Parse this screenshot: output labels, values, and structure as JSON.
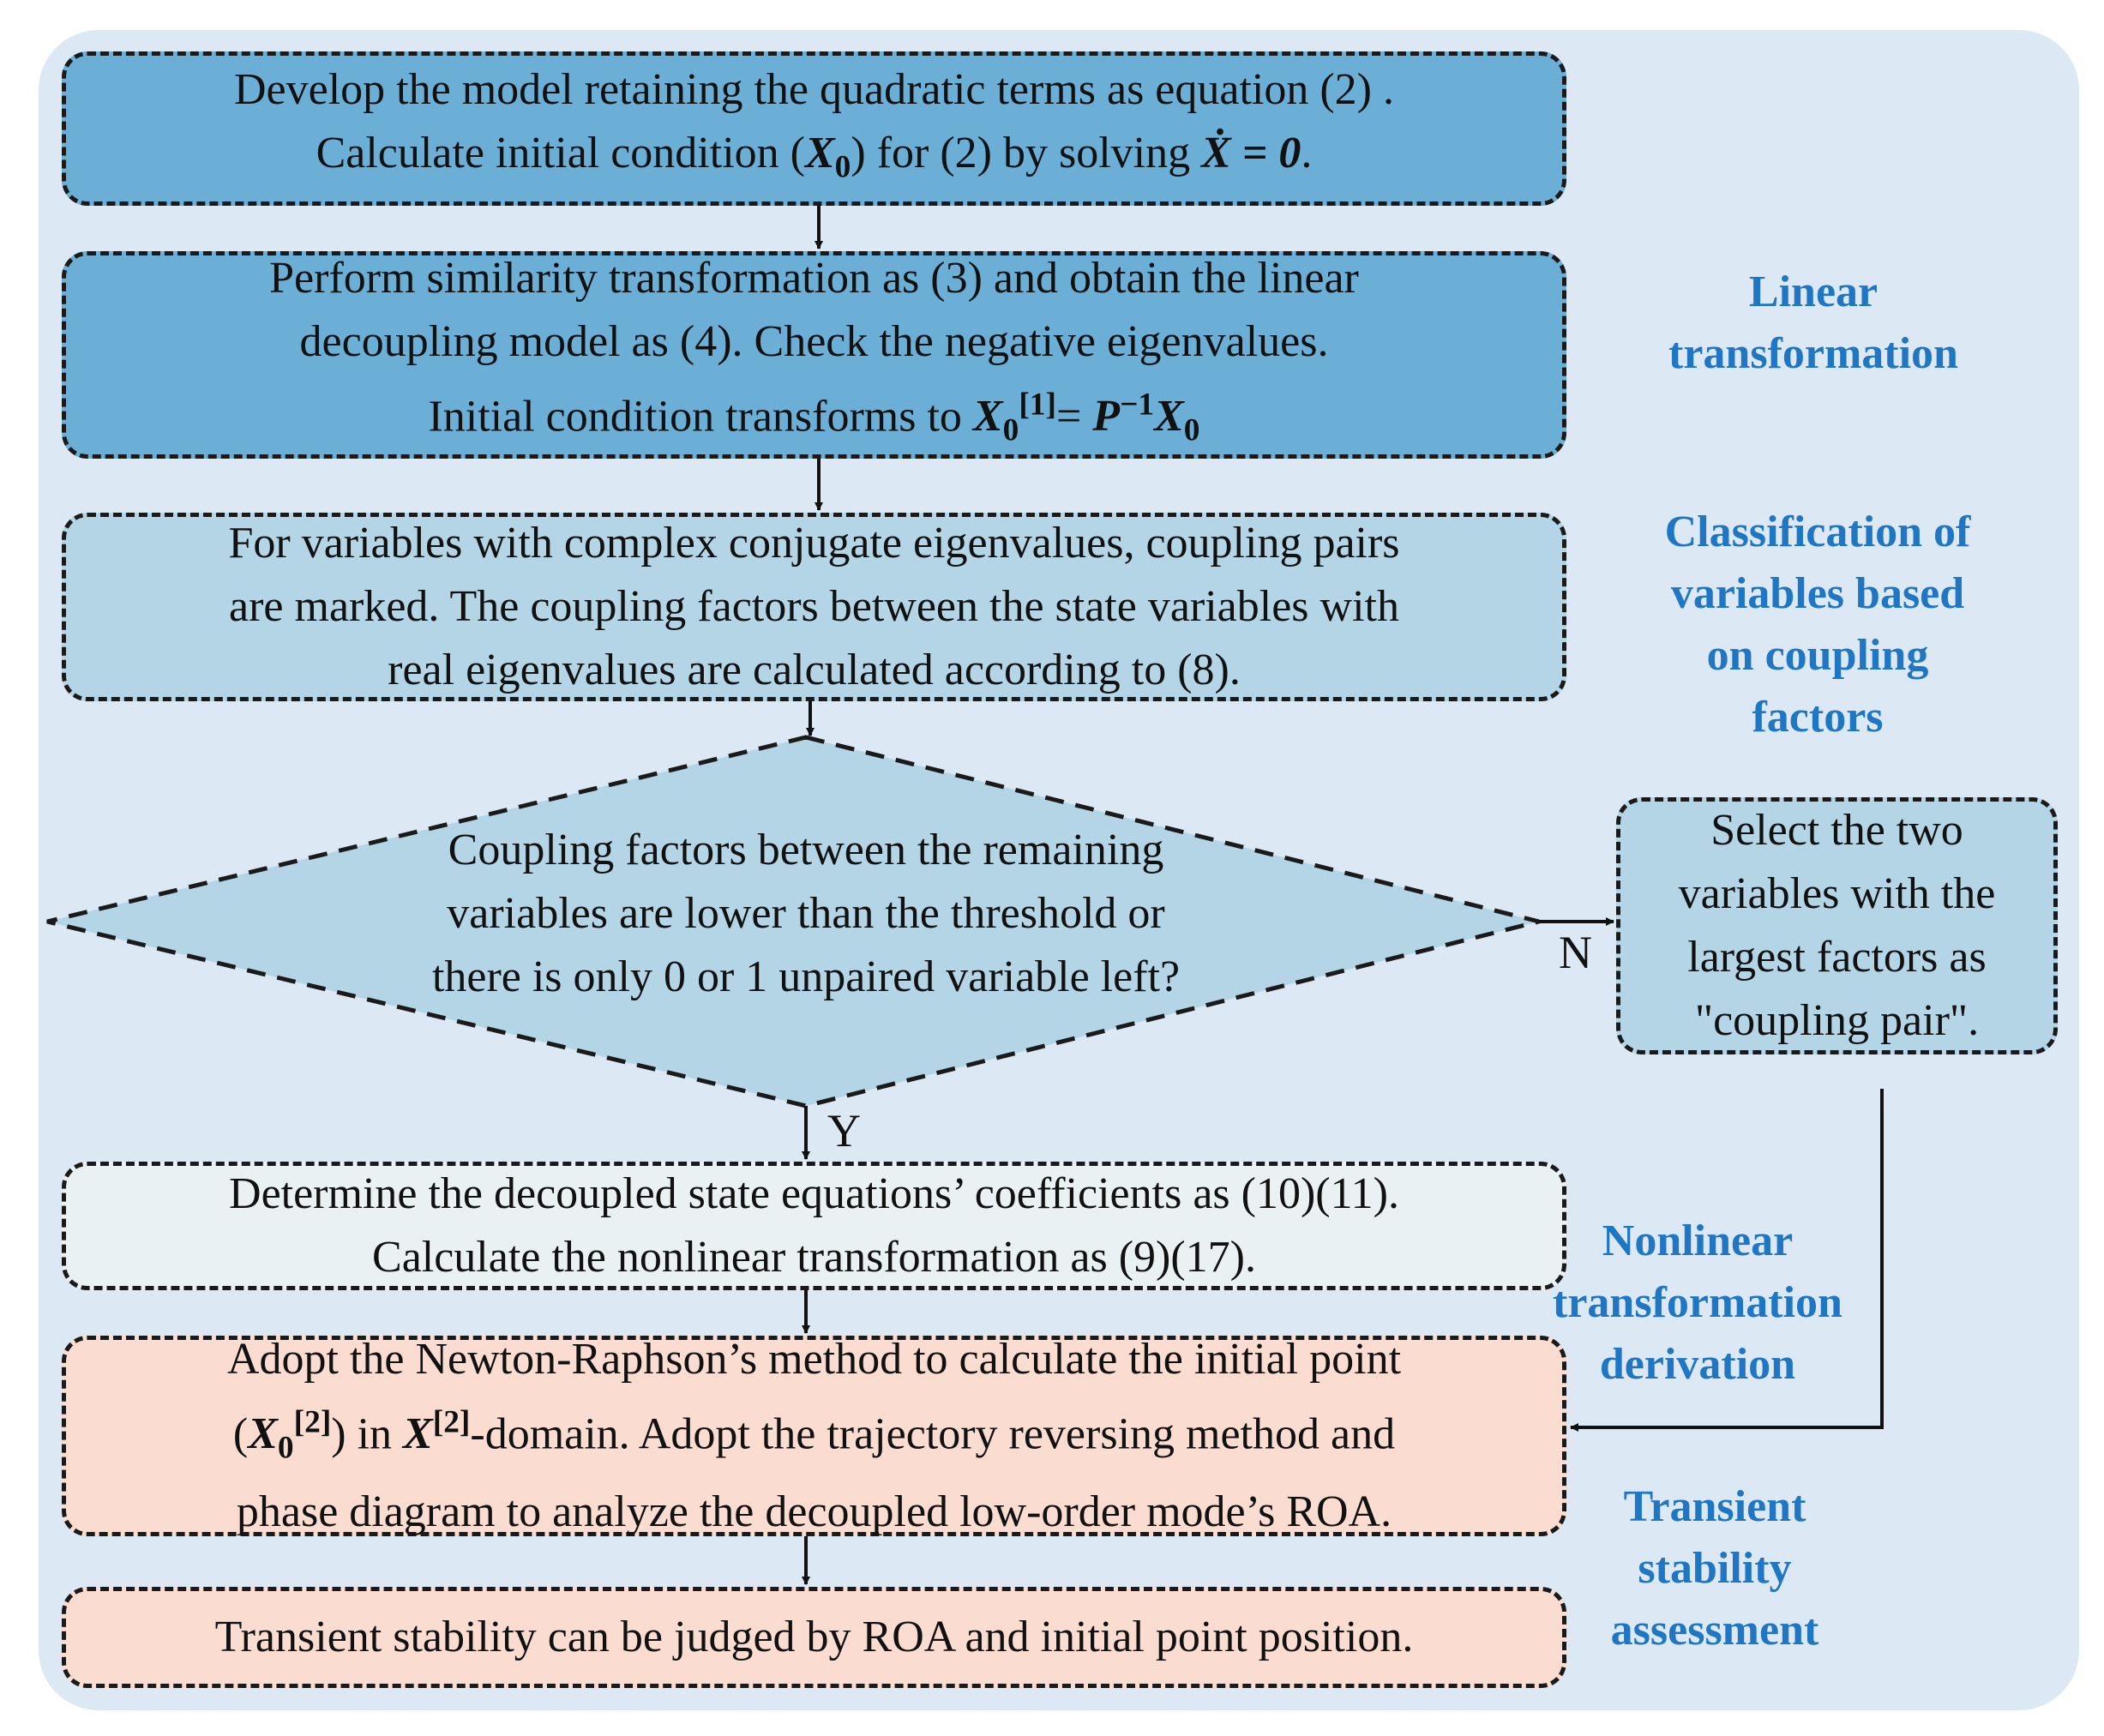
{
  "nodes": {
    "model": {
      "line1": "Develop the model retaining the quadratic terms as equation (2) .",
      "line2_pre": "Calculate initial condition (",
      "x0": "X",
      "x0_sub": "0",
      "line2_mid": ") for (2) by solving ",
      "xdot_eq": "Ẋ = 0",
      "line2_end": "."
    },
    "similarity": {
      "line1": "Perform similarity transformation as (3) and obtain the linear",
      "line2": "decoupling model as (4). Check the negative eigenvalues.",
      "line3_pre": "Initial condition transforms to  ",
      "x": "X",
      "sub": "0",
      "sup": "[1]",
      "eq": "= ",
      "p": "P",
      "p_sup": "−1",
      "x2": "X",
      "x2_sub": "0"
    },
    "coupling": {
      "line1": "For variables with complex conjugate eigenvalues, coupling pairs",
      "line2": "are marked. The coupling factors between the state variables with",
      "line3": "real eigenvalues are calculated according to (8)."
    },
    "decision": {
      "line1": "Coupling factors between the remaining",
      "line2": "variables are lower than the threshold or",
      "line3": "there is only 0 or 1 unpaired variable left?"
    },
    "select": {
      "line1": "Select the two",
      "line2": "variables with the",
      "line3": "largest factors as",
      "line4": "\"coupling pair\"."
    },
    "decoupled": {
      "line1": "Determine the decoupled state equations’ coefficients as (10)(11).",
      "line2": "Calculate the nonlinear transformation as (9)(17)."
    },
    "newton": {
      "line1": "Adopt the Newton-Raphson’s method to calculate the initial point",
      "l2_open": "(",
      "x": "X",
      "sub": "0",
      "sup": "[2]",
      "l2_close": ") in ",
      "x2": "X",
      "x2_sup": "[2]",
      "l2_rest": "-domain.  Adopt the trajectory reversing method and",
      "line3": "phase diagram to analyze the decoupled low-order mode’s ROA."
    },
    "transient": {
      "line1": "Transient stability can be judged by ROA and initial point position."
    }
  },
  "edges": {
    "no": "N",
    "yes": "Y"
  },
  "stage_labels": {
    "linear": {
      "l1": "Linear",
      "l2": "transformation"
    },
    "classification": {
      "l1": "Classification of",
      "l2": "variables based",
      "l3": "on coupling",
      "l4": "factors"
    },
    "nonlinear": {
      "l1": "Nonlinear",
      "l2": "transformation",
      "l3": "derivation"
    },
    "stability": {
      "l1": "Transient",
      "l2": "stability",
      "l3": "assessment"
    }
  },
  "colors": {
    "panel": "#dde8f5",
    "dark_blue": "#6baed6",
    "light_blue": "#b3d5e6",
    "pale": "#eaf1f3",
    "peach": "#fbdcd0",
    "label_blue": "#1f76c3"
  }
}
